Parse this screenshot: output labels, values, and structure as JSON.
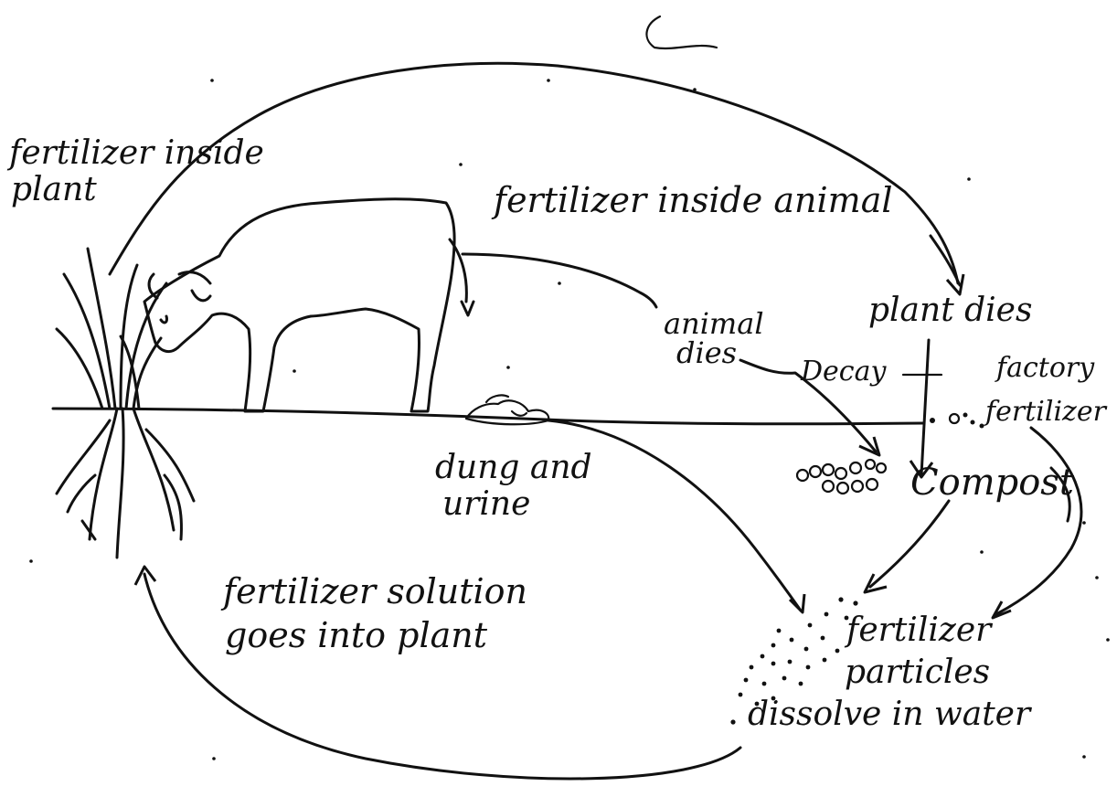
{
  "labels": {
    "fertilizer_inside_plant_1": "fertilizer inside",
    "fertilizer_inside_plant_2": "plant",
    "fertilizer_inside_animal": "fertilizer inside animal",
    "plant_dies": "plant dies",
    "animal_dies_1": "animal",
    "animal_dies_2": "dies",
    "decay": "Decay",
    "factory_fertilizer_1": "factory",
    "factory_fertilizer_2": "fertilizer",
    "dung_and_urine_1": "dung and",
    "dung_and_urine_2": "urine",
    "compost": "Compost",
    "fertilizer_solution_1": "fertilizer solution",
    "fertilizer_solution_2": "goes into plant",
    "fertilizer_particles_1": "fertilizer",
    "fertilizer_particles_2": "particles",
    "fertilizer_particles_3": "dissolve in water"
  },
  "colors": {
    "ink": "#111111",
    "paper": "#ffffff"
  }
}
